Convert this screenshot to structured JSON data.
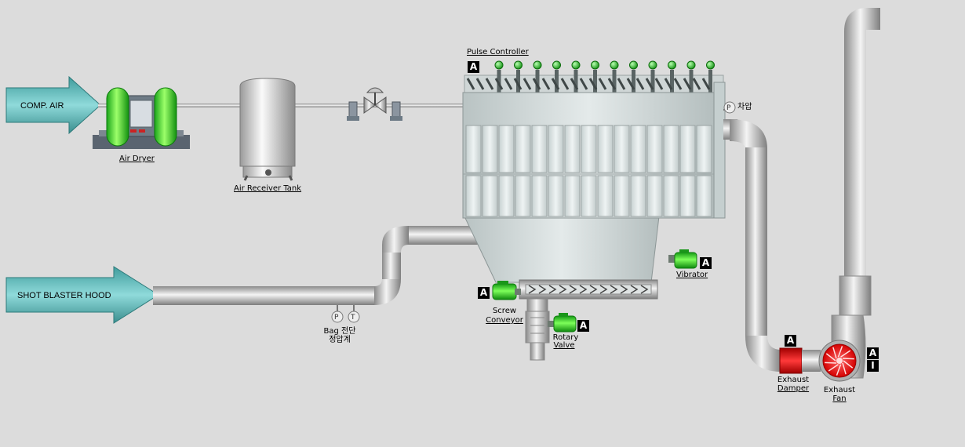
{
  "inlets": {
    "comp_air": "COMP. AIR",
    "shot_blaster_hood": "SHOT BLASTER HOOD"
  },
  "equipment": {
    "air_dryer": "Air Dryer",
    "air_receiver_tank": "Air Receiver Tank",
    "pulse_controller": "Pulse Controller",
    "vibrator": "Vibrator",
    "screw_conveyor_line1": "Screw",
    "screw_conveyor_line2": "Conveyor",
    "rotary_valve_line1": "Rotary",
    "rotary_valve_line2": "Valve",
    "exhaust_damper_line1": "Exhaust",
    "exhaust_damper_line2": "Damper",
    "exhaust_fan_line1": "Exhaust",
    "exhaust_fan_line2": "Fan"
  },
  "instruments": {
    "diff_pressure_symbol": "P",
    "diff_pressure_label": "차압",
    "bag_pressure_symbol": "P",
    "bag_temp_symbol": "T",
    "bag_break_line1": "Bag 전단",
    "bag_break_line2": "정압계"
  },
  "mode_badges": {
    "pulse_controller": "A",
    "vibrator": "A",
    "screw_conveyor": "A",
    "rotary_valve": "A",
    "exhaust_damper": "A",
    "exhaust_fan_auto": "A",
    "exhaust_fan_indicator": "I"
  },
  "colors": {
    "background": "#dcdcdc",
    "pipe": "#b5b5b5",
    "inlet_arrow": "#5fb4b4",
    "running_green": "#2ecc2e",
    "pulse_led": "#22cc22",
    "damper_red": "#ee1c1c",
    "badge_bg": "#000000"
  },
  "pulse_valve_count": 12
}
